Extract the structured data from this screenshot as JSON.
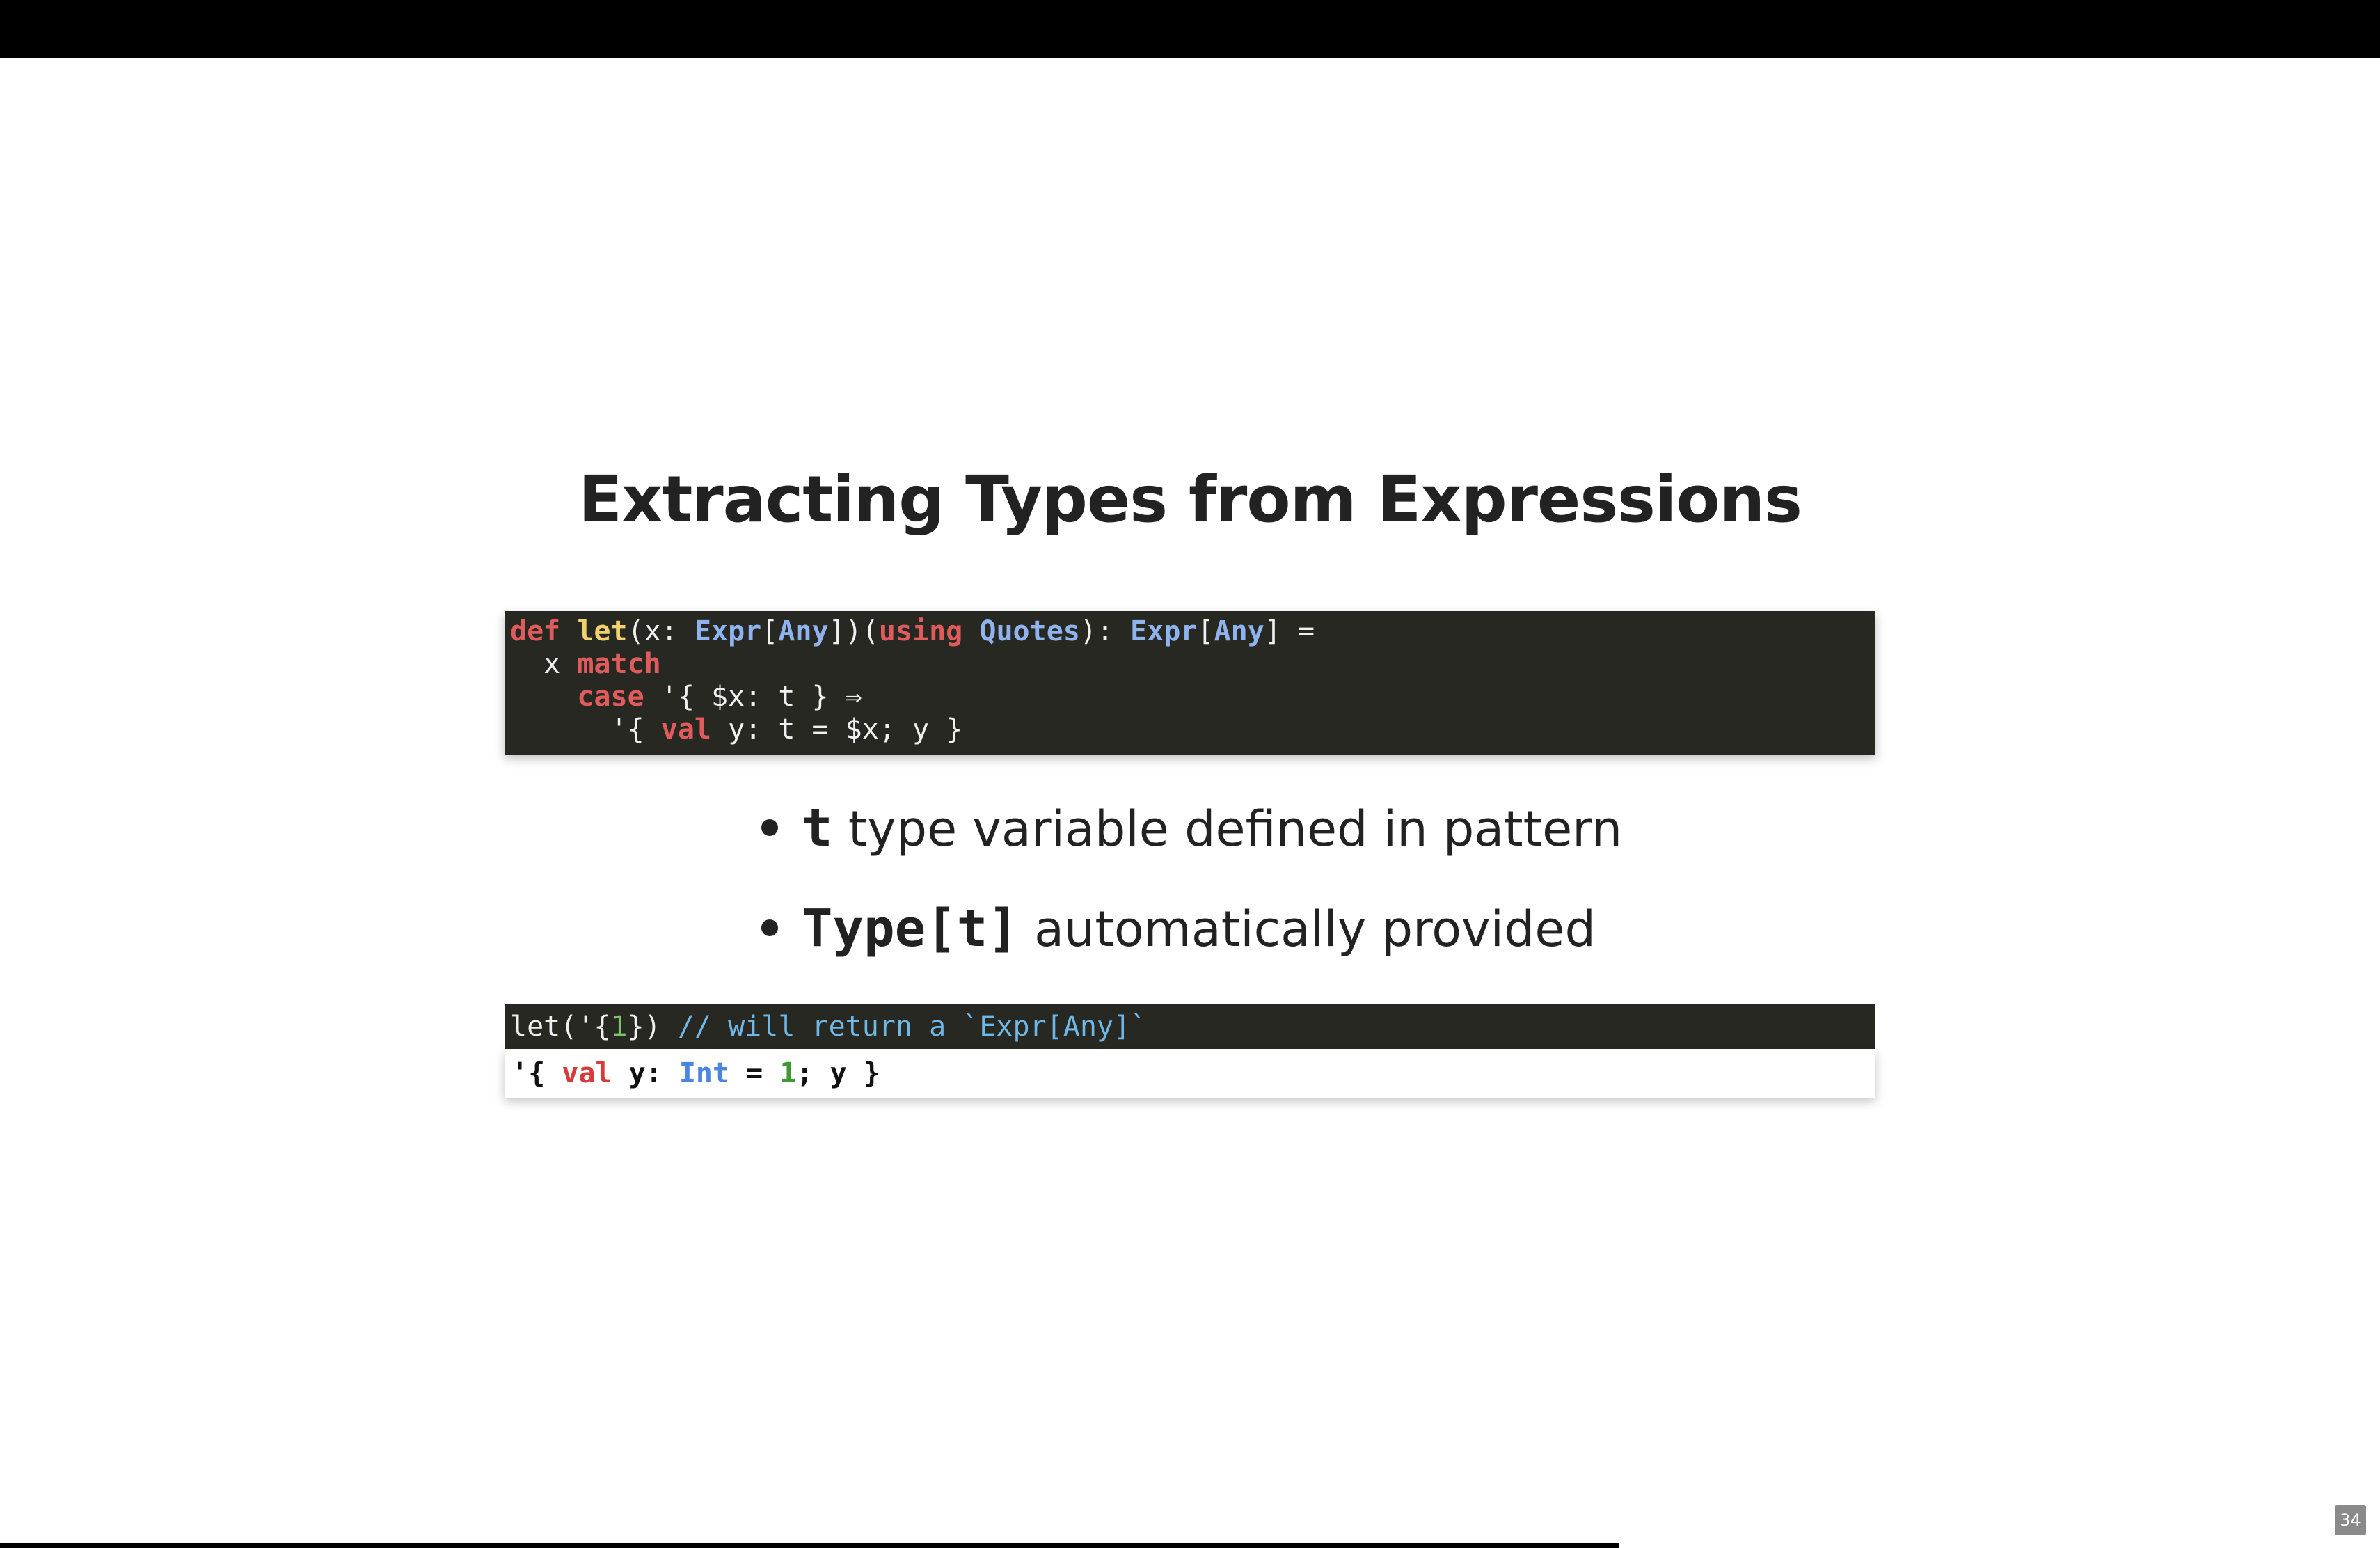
{
  "slide": {
    "title": "Extracting Types from Expressions",
    "code": {
      "line1": {
        "t1": "def",
        "t2": " ",
        "t3": "let",
        "t4": "(x: ",
        "t5": "Expr",
        "t6": "[",
        "t7": "Any",
        "t8": "])(",
        "t9": "using",
        "t10": " ",
        "t11": "Quotes",
        "t12": "): ",
        "t13": "Expr",
        "t14": "[",
        "t15": "Any",
        "t16": "] ="
      },
      "line2": {
        "t1": "  x ",
        "t2": "match"
      },
      "line3": {
        "t1": "    ",
        "t2": "case",
        "t3": " '{ $x: t } ⇒"
      },
      "line4": {
        "t1": "      '{ ",
        "t2": "val",
        "t3": " y: t = $x; y }"
      }
    },
    "bullets": [
      {
        "code": "t",
        "text": " type variable defined in pattern"
      },
      {
        "code": "Type[t]",
        "text": " automatically provided"
      }
    ],
    "repl": {
      "input": {
        "t1": "let('{",
        "t2": "1",
        "t3": "}) ",
        "t4": "// will return a `Expr[Any]`"
      },
      "output": {
        "t1": "'{ ",
        "t2": "val",
        "t3": " y: ",
        "t4": "Int",
        "t5": " = ",
        "t6": "1",
        "t7": "; y }"
      }
    },
    "slide_number": "34",
    "progress_fraction": 0.68
  },
  "colors": {
    "code_background": "#272822",
    "keyword": "#e05b5b",
    "function": "#f2d06b",
    "type": "#8fb3ef",
    "comment": "#6fb7e6",
    "number": "#7cc36b"
  }
}
